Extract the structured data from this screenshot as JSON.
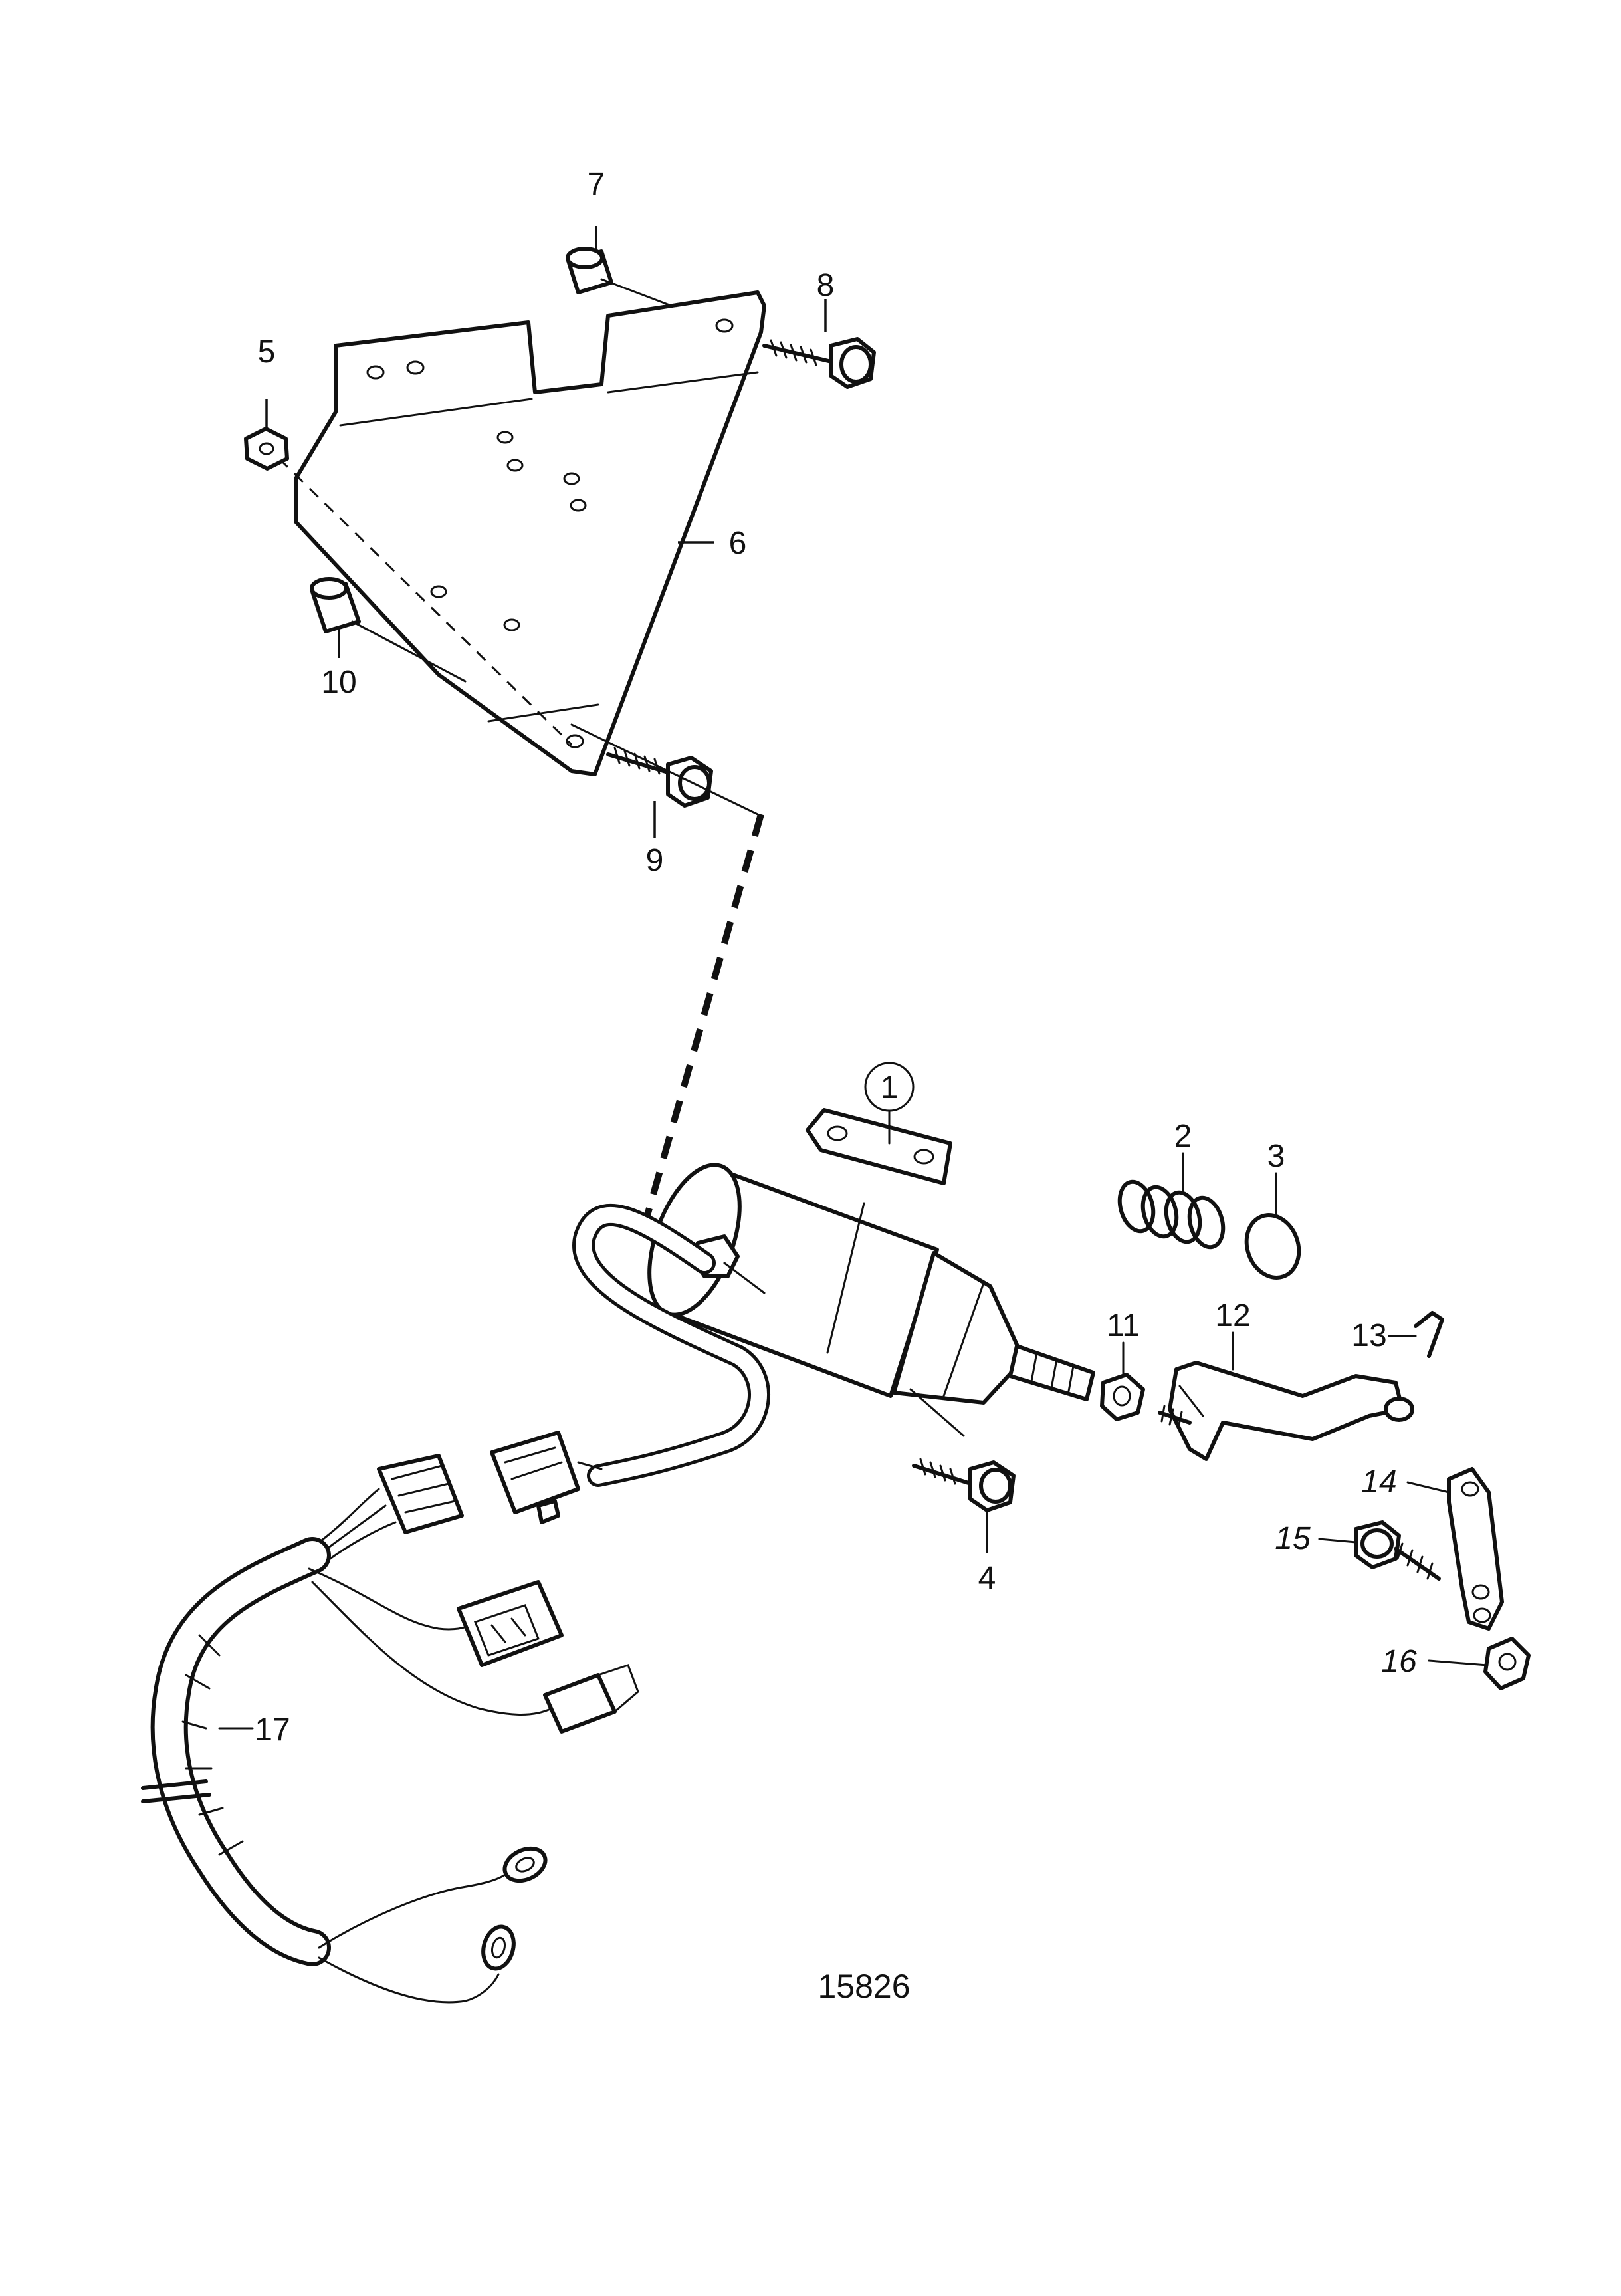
{
  "labels": {
    "p1": "1",
    "p2": "2",
    "p3": "3",
    "p4": "4",
    "p5": "5",
    "p6": "6",
    "p7": "7",
    "p8": "8",
    "p9": "9",
    "p10": "10",
    "p11": "11",
    "p12": "12",
    "p13": "13",
    "p14": "14",
    "p15": "15",
    "p16": "16",
    "p17": "17"
  },
  "figure_number": "15826"
}
